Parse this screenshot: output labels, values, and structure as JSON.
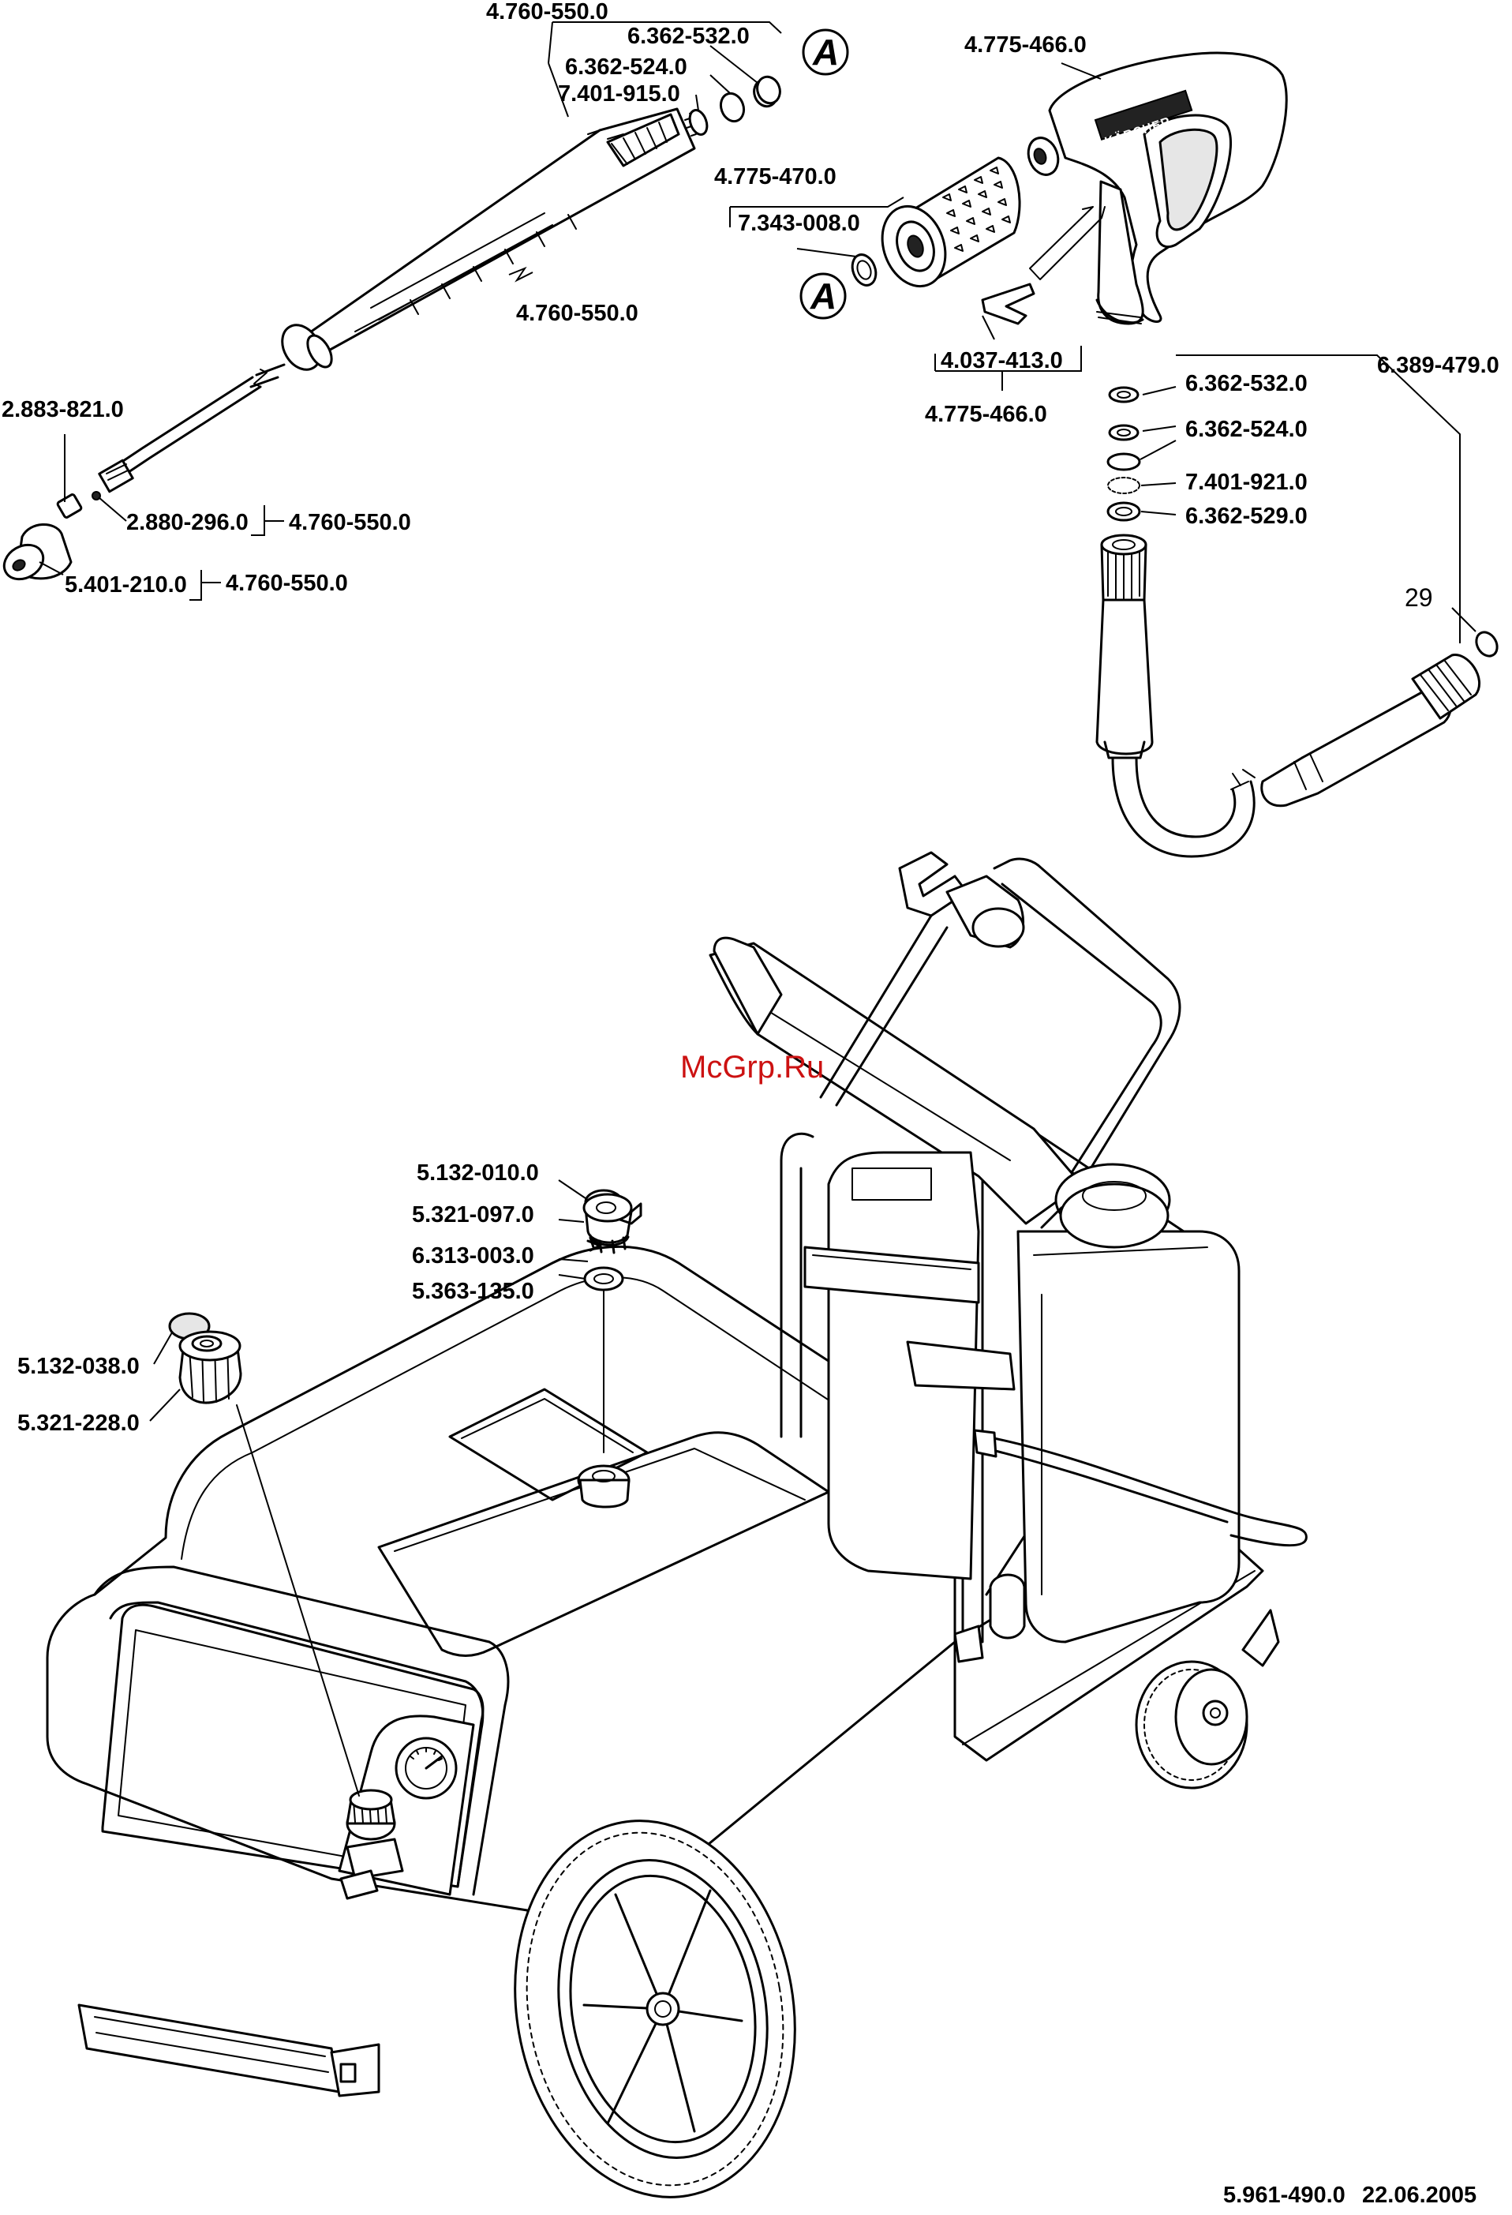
{
  "watermark": "McGrp.Ru",
  "gun_logo": "KÄRCHER",
  "callout_A": "A",
  "part_numbers": {
    "lance_top": "4.760-550.0",
    "seal_532_top": "6.362-532.0",
    "seal_524_top": "6.362-524.0",
    "oring_915": "7.401-915.0",
    "lance_mid": "4.760-550.0",
    "nozzle_820": "2.883-821.0",
    "nozzle_296": "2.880-296.0",
    "nozzle_296_ref": "4.760-550.0",
    "nozzle_cap": "5.401-210.0",
    "nozzle_cap_ref": "4.760-550.0",
    "gun_top": "4.775-466.0",
    "filter": "4.775-470.0",
    "filter_ring": "7.343-008.0",
    "clip": "4.037-413.0",
    "gun_bottom": "4.775-466.0",
    "hose": "6.389-479.0",
    "seal_532": "6.362-532.0",
    "seal_524": "6.362-524.0",
    "oring_921": "7.401-921.0",
    "seal_529": "6.362-529.0",
    "hose_pos": "29",
    "cap_010": "5.132-010.0",
    "cap_097": "5.321-097.0",
    "valve_003": "6.313-003.0",
    "seal_135": "5.363-135.0",
    "cap_038": "5.132-038.0",
    "cap_228": "5.321-228.0"
  },
  "footer": {
    "doc_number": "5.961-490.0",
    "date": "22.06.2005"
  }
}
